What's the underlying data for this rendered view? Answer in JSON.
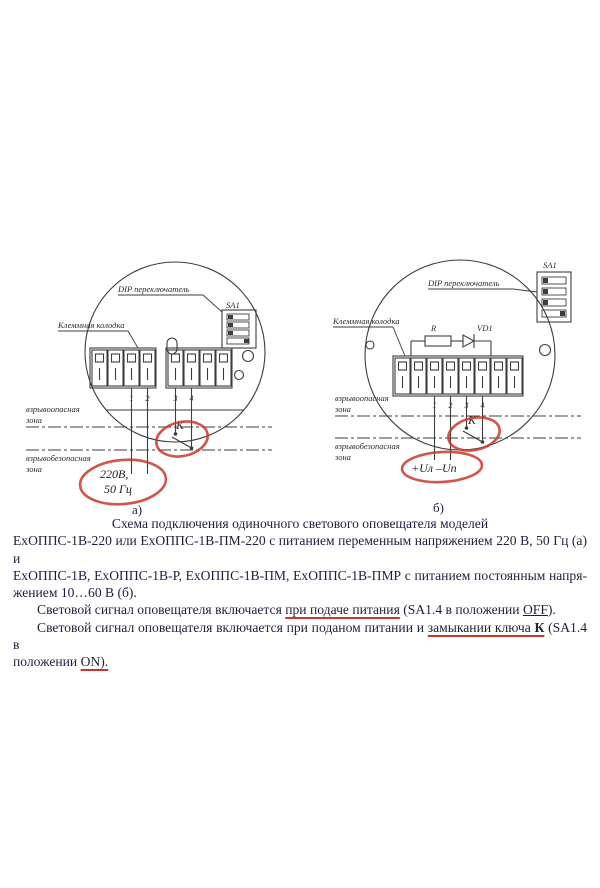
{
  "document": {
    "caption": {
      "line1": "Схема подключения одиночного светового оповещателя моделей",
      "line2": "ЕхОППС-1В-220 или ЕхОППС-1В-ПМ-220 с питанием переменным напряжением 220 В, 50 Гц (а) и",
      "line3": "ЕхОППС-1В, ЕхОППС-1В-Р, ЕхОППС-1В-ПМ, ЕхОППС-1В-ПМР с питанием постоянным напря-",
      "line4": "жением 10…60 В (б)."
    },
    "para1": {
      "t1": "Световой сигнал оповещателя включается ",
      "t2": "при подаче питания",
      "t3": " (SA1.4 в положении ",
      "t4": "OFF",
      "t5": ")."
    },
    "para2": {
      "t1": "Световой сигнал оповещателя включается при поданом питании и ",
      "t2": "замыкании ключа ",
      "t3": "К",
      "t4": " (SA1.4 в",
      "t5": "положении ",
      "t6": "ON)."
    }
  },
  "diagram_a": {
    "label": "а)",
    "dip_switch_label": "DIP переключатель",
    "terminal_block_label": "Клеммная колодка",
    "sa1": "SA1",
    "zone_hazard_line1": "взрывоопасная",
    "zone_hazard_line2": "зона",
    "zone_safe_line1": "взрывобезопасная",
    "zone_safe_line2": "зона",
    "terminals": [
      "1",
      "2",
      "3",
      "4"
    ],
    "key": "К",
    "source_line1": "220В,",
    "source_line2": "50 Гц"
  },
  "diagram_b": {
    "label": "б)",
    "dip_switch_label": "DIP переключатель",
    "terminal_block_label": "Клеммная колодка",
    "sa1": "SA1",
    "resistor": "R",
    "diode": "VD1",
    "zone_hazard_line1": "взрывоопасная",
    "zone_hazard_line2": "зона",
    "zone_safe_line1": "взрывобезопасная",
    "zone_safe_line2": "зона",
    "terminals": [
      "1",
      "2",
      "3",
      "4"
    ],
    "key": "К",
    "source": "+Uл –Uп"
  },
  "colors": {
    "annotation_red": "#c8372a",
    "ink": "#1e1e3e",
    "line": "#3d3d3d"
  }
}
